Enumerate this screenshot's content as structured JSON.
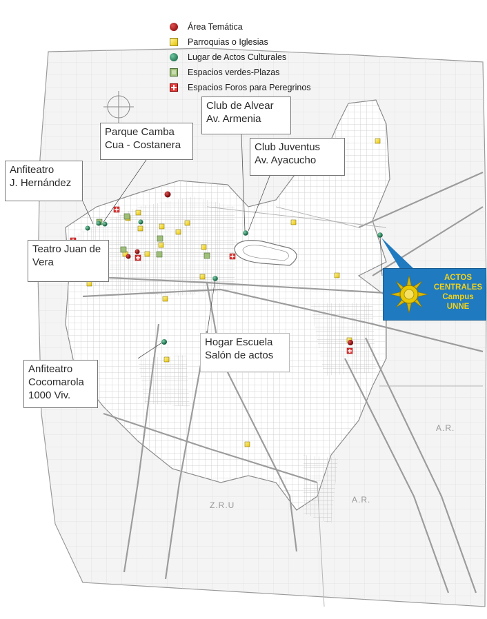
{
  "legend": {
    "items": [
      {
        "symbol": "dark-red-dot",
        "label": "Área Temática"
      },
      {
        "symbol": "yellow-square",
        "label": "Parroquias o Iglesias"
      },
      {
        "symbol": "green-dot",
        "label": "Lugar de Actos Culturales"
      },
      {
        "symbol": "green-hatched-square",
        "label": "Espacios verdes-Plazas"
      },
      {
        "symbol": "red-cross-square",
        "label": "Espacios Foros para Peregrinos"
      }
    ]
  },
  "callouts": {
    "alvear": {
      "line1": "Club de Alvear",
      "line2": "Av. Armenia"
    },
    "camba": {
      "line1": "Parque Camba",
      "line2": "Cua - Costanera"
    },
    "juventus": {
      "line1": "Club Juventus",
      "line2": "Av. Ayacucho"
    },
    "hernandez": {
      "line1": "Anfiteatro",
      "line2": "J. Hernández"
    },
    "teatro": {
      "line1": "Teatro Juan de",
      "line2": "Vera"
    },
    "hogar": {
      "line1": "Hogar Escuela",
      "line2": "Salón de actos"
    },
    "cocomarola": {
      "line1": "Anfiteatro",
      "line2": "Cocomarola",
      "line3": "1000 Viv."
    }
  },
  "actos_centrales": {
    "line1": "ACTOS",
    "line2": "CENTRALES",
    "line3": "Campus",
    "line4": "UNNE"
  },
  "zones": {
    "ar_top": "A.R.",
    "ar_bottom": "A.R.",
    "zru": "Z.R.U"
  },
  "colors": {
    "tematica": "#8b0000",
    "parroquia": "#f0d020",
    "cultural": "#1f7a55",
    "verde": "#8fb36a",
    "foro": "#e03a3a",
    "actos_box": "#1f7ac0",
    "actos_text": "#f2d21a"
  }
}
